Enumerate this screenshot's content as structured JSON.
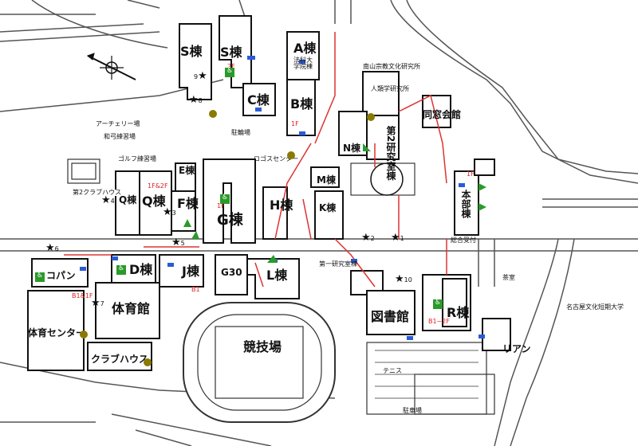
{
  "map": {
    "buildings": {
      "S": "S棟",
      "S2": "S棟",
      "C": "C棟",
      "A": "A棟",
      "A_sub": "法科大学院棟",
      "B": "B棟",
      "N": "N棟",
      "E": "E棟",
      "F": "F棟",
      "G": "G棟",
      "H": "H棟",
      "Q": "Q棟",
      "Q2": "Q棟",
      "K": "K棟",
      "M": "M棟",
      "D": "D棟",
      "J": "J棟",
      "G30": "G30",
      "L": "L棟",
      "R": "R棟",
      "library": "図書館",
      "gym": "体育館",
      "gym_center": "体育センター",
      "club": "クラブハウス",
      "club2": "第2クラブハウス",
      "kopan": "コパン",
      "stadium": "競技場",
      "honbu": "本部棟",
      "logos": "ロゴスセンター",
      "research2": "第2研究室棟",
      "research1": "第一研究室棟",
      "nanzan_inst": "南山宗教文化研究所",
      "anthro_inst": "人類学研究所",
      "alumni": "同窓会館",
      "reception": "総合受付",
      "archery": "アーチェリー場",
      "kyudo": "和弓練習場",
      "golf": "ゴルフ練習場",
      "tennis": "テニス",
      "bike": "駐輪場",
      "parking": "駐車場",
      "tea": "茶室",
      "lian": "リアン",
      "nagoya_bunka": "名古屋文化短期大学"
    },
    "floor_tags": [
      "1F",
      "2F",
      "1F&2F",
      "B1&1F",
      "B1~2F",
      "B1"
    ],
    "stars": [
      {
        "n": "1",
        "label": "1"
      },
      {
        "n": "2",
        "label": "2"
      },
      {
        "n": "3",
        "label": "3"
      },
      {
        "n": "4",
        "label": "4"
      },
      {
        "n": "5",
        "label": "5"
      },
      {
        "n": "6",
        "label": "6"
      },
      {
        "n": "7",
        "label": "7"
      },
      {
        "n": "8",
        "label": "8"
      },
      {
        "n": "9",
        "label": "9"
      },
      {
        "n": "10",
        "label": "10"
      }
    ],
    "icons": [
      "restroom-icon",
      "wheelchair-icon",
      "caution-icon",
      "slope-icon",
      "star-icon",
      "compass-icon"
    ]
  }
}
